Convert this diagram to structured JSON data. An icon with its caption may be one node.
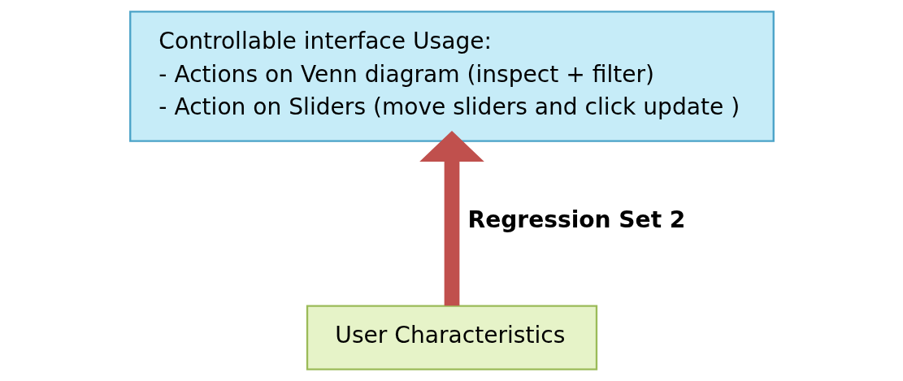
{
  "diagram": {
    "nodes": [
      {
        "text": [
          "Controllable interface Usage:",
          "- Actions on Venn diagram (inspect + filter)",
          "- Action on Sliders (move sliders and click update )"
        ]
      },
      {
        "text": [
          "User Characteristics"
        ]
      }
    ],
    "edges": [
      {
        "from": 1,
        "to": 0,
        "arrow": "to",
        "label": "Regression Set 2",
        "color": "#c0504d"
      }
    ]
  }
}
